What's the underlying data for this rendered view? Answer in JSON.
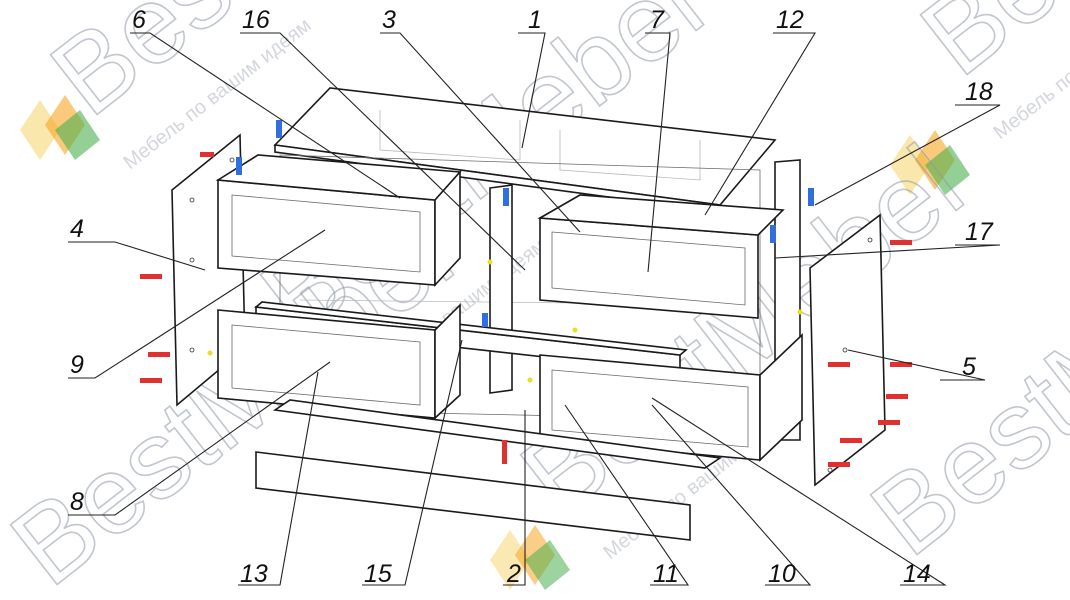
{
  "watermark": {
    "brand": "BestMebel",
    "slogan": "Мебель по вашим идеям",
    "colors": {
      "orange": "#f5a623",
      "yellow": "#f7d774",
      "green": "#4caf50",
      "text": "#8f98a8"
    }
  },
  "callouts": {
    "c1": "1",
    "c2": "2",
    "c3": "3",
    "c4": "4",
    "c5": "5",
    "c6": "6",
    "c7": "7",
    "c8": "8",
    "c9": "9",
    "c10": "10",
    "c11": "11",
    "c12": "12",
    "c13": "13",
    "c14": "14",
    "c15": "15",
    "c16": "16",
    "c17": "17",
    "c18": "18"
  },
  "part_colors": {
    "line": "#1a1a1a",
    "fastener_red": "#e03030",
    "fastener_blue": "#2f6fe0",
    "glue_yellow": "#e8e020"
  }
}
